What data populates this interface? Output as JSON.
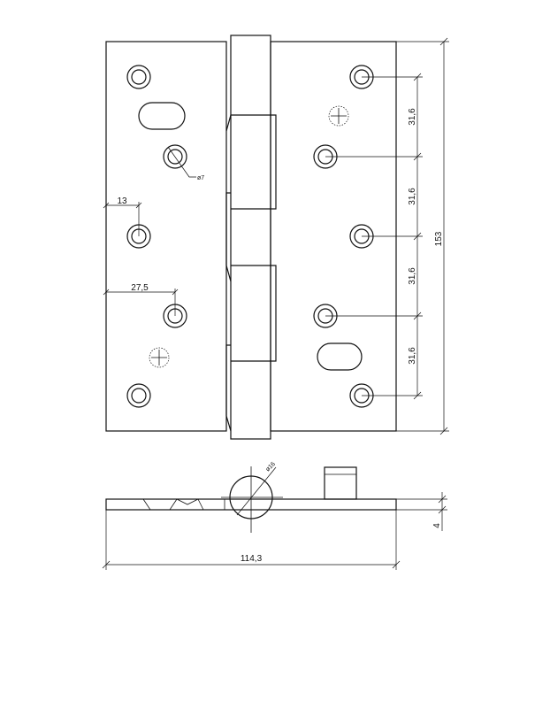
{
  "dimensions": {
    "pitch_1": "31,6",
    "pitch_2": "31,6",
    "pitch_3": "31,6",
    "pitch_4": "31,6",
    "height": "153",
    "edge_offset": "13",
    "inner_offset": "27,5",
    "hole_dia": "ø7",
    "knuckle_dia": "ø16",
    "width": "114,3",
    "thickness": "4"
  },
  "colors": {
    "line": "#111111",
    "background": "#ffffff"
  }
}
